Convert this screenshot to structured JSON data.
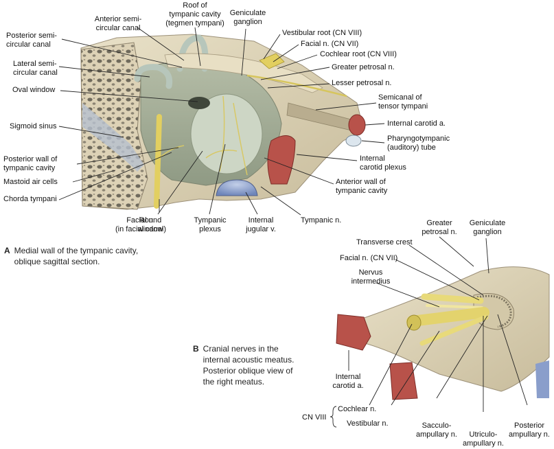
{
  "panel_a": {
    "caption": {
      "letter": "A",
      "text": "Medial wall of the tympanic cavity,\noblique sagittal section."
    },
    "labels": {
      "roof": "Roof of\ntympanic cavity\n(tegmen tympani)",
      "anterior_semicircular": "Anterior semi-\ncircular canal",
      "geniculate_ganglion": "Geniculate\nganglion",
      "posterior_semicircular": "Posterior semi-\ncircular canal",
      "vestibular_root": "Vestibular root (CN VIII)",
      "facial_cn7": "Facial n. (CN VII)",
      "cochlear_root": "Cochlear root (CN VIII)",
      "lateral_semicircular": "Lateral semi-\ncircular canal",
      "greater_petrosal": "Greater petrosal n.",
      "lesser_petrosal": "Lesser petrosal n.",
      "oval_window": "Oval window",
      "semicanal_tensor": "Semicanal of\ntensor tympani",
      "sigmoid_sinus": "Sigmoid sinus",
      "internal_carotid": "Internal carotid a.",
      "pharyngotympanic": "Pharyngotympanic\n(auditory) tube",
      "posterior_wall": "Posterior wall of\ntympanic cavity",
      "mastoid_air_cells": "Mastoid air cells",
      "internal_carotid_plexus": "Internal\ncarotid plexus",
      "chorda_tympani": "Chorda tympani",
      "anterior_wall": "Anterior wall of\ntympanic cavity",
      "tympanic_n": "Tympanic n.",
      "facial_canal": "Facial n.\n(in facial canal)",
      "round_window": "Round\nwindow",
      "tympanic_plexus": "Tympanic\nplexus",
      "internal_jugular": "Internal\njugular v."
    }
  },
  "panel_b": {
    "caption": {
      "letter": "B",
      "text": "Cranial nerves in the\ninternal acoustic meatus.\nPosterior oblique view of\nthe right meatus."
    },
    "labels": {
      "greater_petrosal": "Greater\npetrosal n.",
      "geniculate_ganglion": "Geniculate\nganglion",
      "transverse_crest": "Transverse crest",
      "facial_cn7": "Facial n. (CN VII)",
      "nervus_intermedius": "Nervus\nintermedius",
      "internal_carotid": "Internal\ncarotid a.",
      "cochlear_n": "Cochlear n.",
      "cn8": "CN VIII",
      "vestibular_n": "Vestibular n.",
      "sacculo": "Sacculo-\nampullary n.",
      "utriculo": "Utriculo-\nampullary n.",
      "posterior_ampullary": "Posterior\nampullary n."
    }
  },
  "colors": {
    "bone": "#e0d7bd",
    "bone_dark": "#c4b896",
    "cavity": "#a9b29a",
    "labyrinth": "#c9d5c6",
    "nerve": "#e8da7a",
    "artery": "#b8524a",
    "vein": "#8a9ecb",
    "leader": "#222222"
  }
}
